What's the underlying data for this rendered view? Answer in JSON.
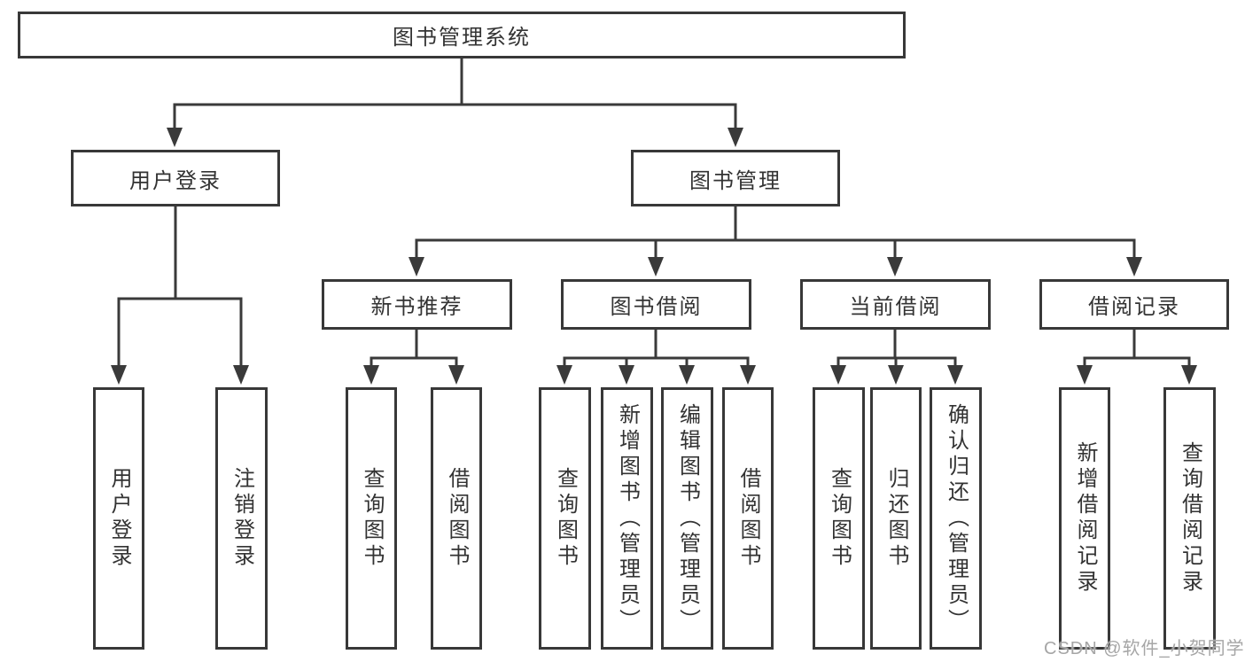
{
  "diagram": {
    "title": "图书管理系统",
    "type": "hierarchy-tree",
    "colors": {
      "line": "#3a3a3a",
      "box_border": "#383838",
      "text": "#333333",
      "background": "#ffffff",
      "watermark": "#a6a6a6"
    },
    "tree": {
      "label": "图书管理系统",
      "children": [
        {
          "label": "用户登录",
          "children": [
            {
              "label": "用户登录"
            },
            {
              "label": "注销登录"
            }
          ]
        },
        {
          "label": "图书管理",
          "children": [
            {
              "label": "新书推荐",
              "children": [
                {
                  "label": "查询图书"
                },
                {
                  "label": "借阅图书"
                }
              ]
            },
            {
              "label": "图书借阅",
              "children": [
                {
                  "label": "查询图书"
                },
                {
                  "label": "新增图书（管理员）"
                },
                {
                  "label": "编辑图书（管理员）"
                },
                {
                  "label": "借阅图书"
                }
              ]
            },
            {
              "label": "当前借阅",
              "children": [
                {
                  "label": "查询图书"
                },
                {
                  "label": "归还图书"
                },
                {
                  "label": "确认归还（管理员）"
                }
              ]
            },
            {
              "label": "借阅记录",
              "children": [
                {
                  "label": "新增借阅记录"
                },
                {
                  "label": "查询借阅记录"
                }
              ]
            }
          ]
        }
      ]
    }
  },
  "watermark": {
    "text": "CSDN @软件_小贺同学"
  }
}
